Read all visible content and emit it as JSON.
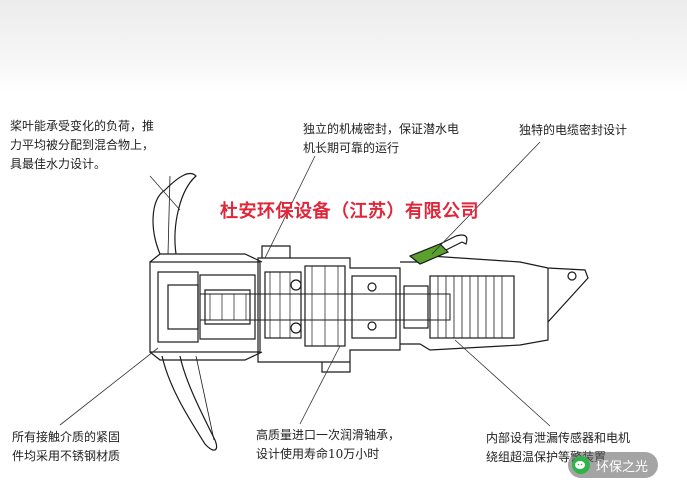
{
  "callouts": {
    "blade": "桨叶能承受变化的负荷，推\n力平均被分配到混合物上，\n具最佳水力设计。",
    "mech_seal": "独立的机械密封，保证潜水电\n机长期可靠的运行",
    "cable_seal": "独特的电缆密封设计",
    "stainless": "所有接触介质的紧固\n件均采用不锈钢材质",
    "bearing": "高质量进口一次润滑轴承，\n设计使用寿命10万小时",
    "sensor": "内部设有泄漏传感器和电机\n绕组超温保护等警装置"
  },
  "brand_text": "杜安环保设备（江苏）有限公司",
  "watermark_text": "环保之光",
  "colors": {
    "brand": "#e0273a",
    "line": "#1a1a1a",
    "cable": "#5aa02c"
  }
}
